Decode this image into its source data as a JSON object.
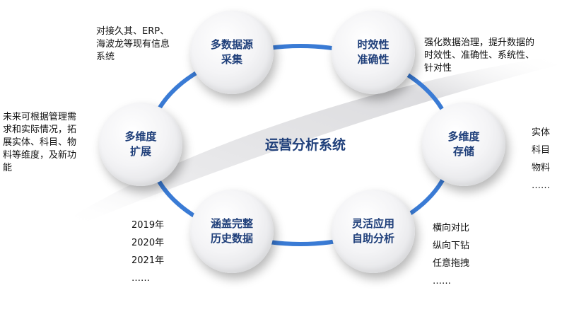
{
  "center_title": "运营分析系统",
  "nodes": {
    "multi_source": "多数据源\n采集",
    "timeliness": "时效性\n准确性",
    "storage": "多维度\n存储",
    "analysis": "灵活应用\n自助分析",
    "history": "涵盖完整\n历史数据",
    "expand": "多维度\n扩展"
  },
  "notes": {
    "multi_source": "对接久其、ERP、\n海波龙等现有信息\n系统",
    "timeliness": "强化数据治理，提升数据的\n时效性、准确性、系统性、\n针对性",
    "expand": "未来可根据管理需\n求和实际情况，拓\n展实体、科目、物\n料等维度，及新功\n能"
  },
  "lists": {
    "storage": [
      "实体",
      "科目",
      "物料",
      "……"
    ],
    "history": [
      "2019年",
      "2020年",
      "2021年",
      "……"
    ],
    "analysis": [
      "横向对比",
      "纵向下钻",
      "任意拖拽",
      "……"
    ]
  },
  "colors": {
    "ring": "#3a7bd5",
    "text_blue": "#1f3f7a"
  }
}
